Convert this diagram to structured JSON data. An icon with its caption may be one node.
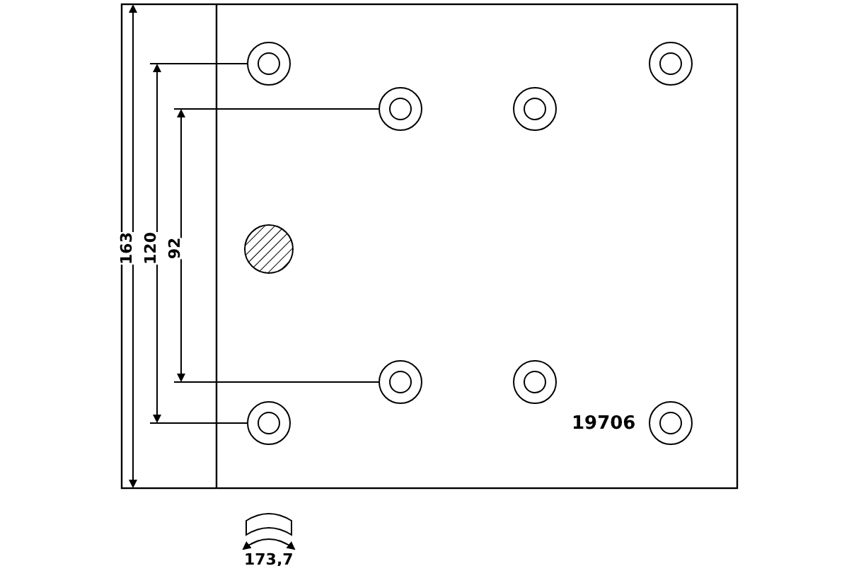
{
  "diagram": {
    "labels": [
      "163",
      "120",
      "92",
      "19706",
      "173,7"
    ]
  }
}
